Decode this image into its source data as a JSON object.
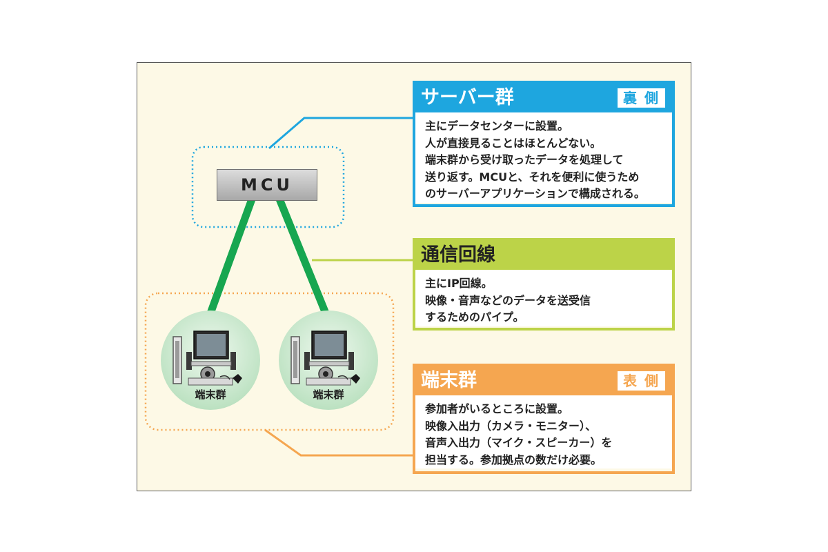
{
  "colors": {
    "server": "#1ea6df",
    "line": "#bcd348",
    "terminal": "#f5a650",
    "link": "#17a650"
  },
  "mcu": {
    "label": "MCU"
  },
  "terminals": [
    {
      "label": "端末群"
    },
    {
      "label": "端末群"
    }
  ],
  "panels": {
    "server": {
      "title": "サーバー群",
      "tag": "裏 側",
      "lines": [
        "主にデータセンターに設置。",
        "人が直接見ることはほとんどない。",
        "端末群から受け取ったデータを処理して",
        "送り返す。MCUと、それを便利に使うため",
        "のサーバーアプリケーションで構成される。"
      ]
    },
    "line": {
      "title": "通信回線",
      "lines": [
        "主にIP回線。",
        "映像・音声などのデータを送受信",
        "するためのパイプ。"
      ]
    },
    "terminal": {
      "title": "端末群",
      "tag": "表 側",
      "lines": [
        "参加者がいるところに設置。",
        "映像入出力（カメラ・モニター）、",
        "音声入出力（マイク・スピーカー）を",
        "担当する。参加拠点の数だけ必要。"
      ]
    }
  }
}
